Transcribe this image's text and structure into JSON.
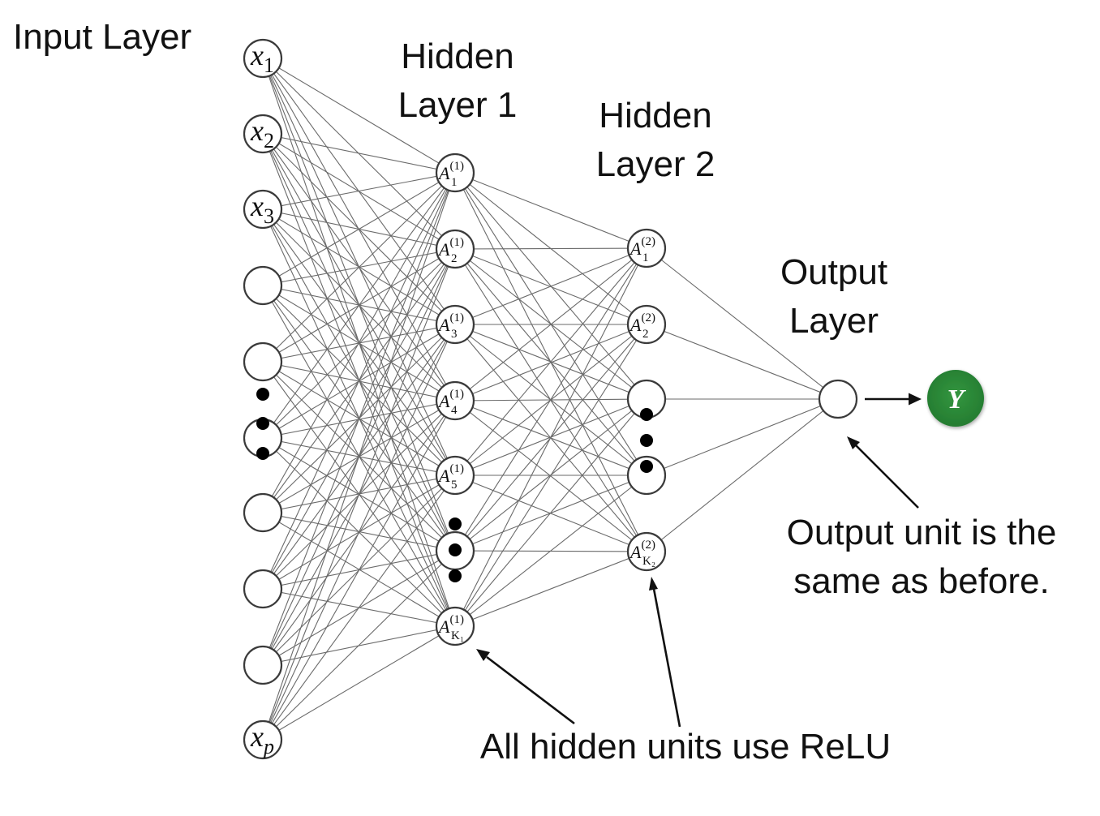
{
  "title_labels": {
    "input_layer": "Input Layer",
    "hidden1_line1": "Hidden",
    "hidden1_line2": "Layer 1",
    "hidden2_line1": "Hidden",
    "hidden2_line2": "Layer 2",
    "output_line1": "Output",
    "output_line2": "Layer"
  },
  "annotations": {
    "output_note_line1": "Output unit is the",
    "output_note_line2": "same as before.",
    "relu_note": "All hidden units use ReLU"
  },
  "layers": {
    "input": [
      {
        "base": "x",
        "sub": "1",
        "sup": ""
      },
      {
        "base": "x",
        "sub": "2",
        "sup": ""
      },
      {
        "base": "x",
        "sub": "3",
        "sup": ""
      },
      {
        "base": "",
        "sub": "",
        "sup": ""
      },
      {
        "base": "",
        "sub": "",
        "sup": ""
      },
      {
        "base": "",
        "sub": "",
        "sup": ""
      },
      {
        "base": "",
        "sub": "",
        "sup": ""
      },
      {
        "base": "",
        "sub": "",
        "sup": ""
      },
      {
        "base": "",
        "sub": "",
        "sup": ""
      },
      {
        "base": "x",
        "sub": "p",
        "sup": ""
      }
    ],
    "hidden1": [
      {
        "base": "A",
        "sub": "1",
        "sup": "(1)"
      },
      {
        "base": "A",
        "sub": "2",
        "sup": "(1)"
      },
      {
        "base": "A",
        "sub": "3",
        "sup": "(1)"
      },
      {
        "base": "A",
        "sub": "4",
        "sup": "(1)"
      },
      {
        "base": "A",
        "sub": "5",
        "sup": "(1)"
      },
      {
        "base": "",
        "sub": "",
        "sup": ""
      },
      {
        "base": "A",
        "sub": "K₁",
        "sup": "(1)"
      }
    ],
    "hidden2": [
      {
        "base": "A",
        "sub": "1",
        "sup": "(2)"
      },
      {
        "base": "A",
        "sub": "2",
        "sup": "(2)"
      },
      {
        "base": "",
        "sub": "",
        "sup": ""
      },
      {
        "base": "",
        "sub": "",
        "sup": ""
      },
      {
        "base": "A",
        "sub": "K₂",
        "sup": "(2)"
      }
    ],
    "output": [
      {
        "base": "",
        "sub": "",
        "sup": ""
      }
    ]
  },
  "result_node": {
    "label": "Y",
    "color": "#2e8b3a",
    "text_color": "#ffffff"
  },
  "ellipsis_icon": "vertical-ellipsis-dots"
}
